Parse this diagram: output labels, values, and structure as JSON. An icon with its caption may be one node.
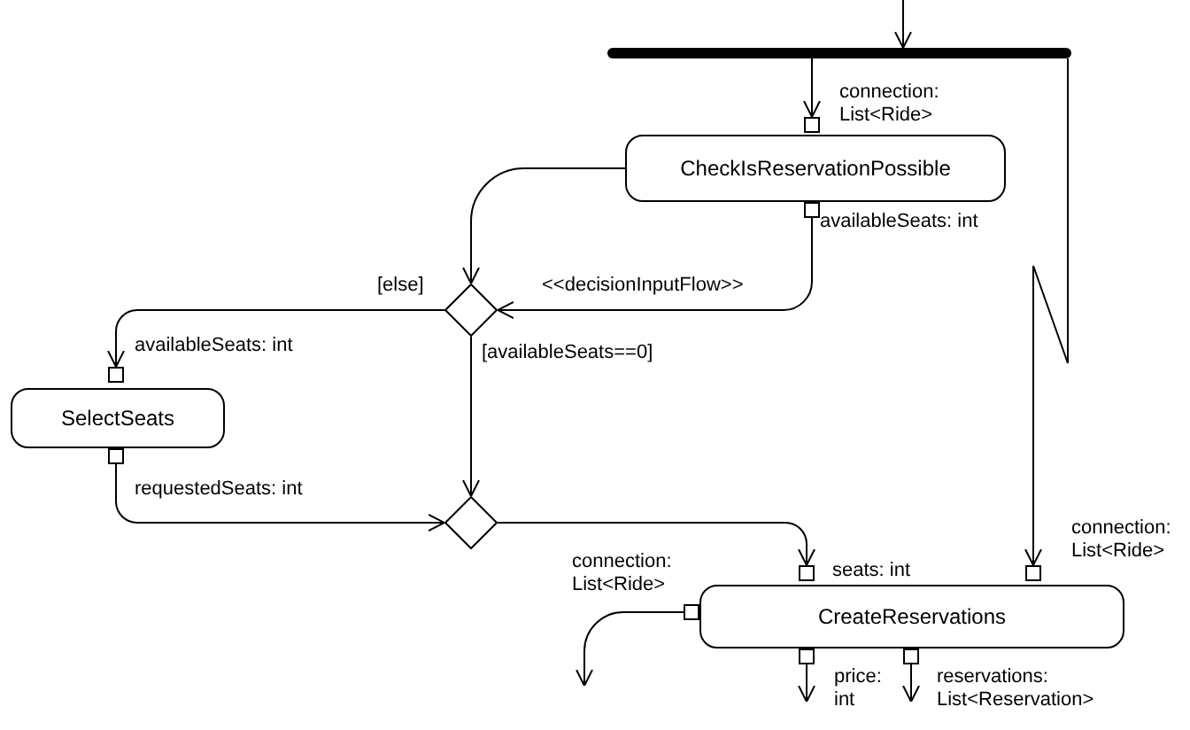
{
  "diagram": {
    "nodes": [
      {
        "text": [],
        "shape": "bar"
      },
      {
        "text": [],
        "shape": "box",
        "beside": [
          "connection: List<Ride>"
        ]
      },
      {
        "text": [
          "CheckIsReservationPossible"
        ]
      },
      {
        "text": [],
        "shape": "box",
        "beside": [
          "availableSeats: int"
        ]
      },
      {
        "text": [],
        "shape": "diamond"
      },
      {
        "text": [],
        "shape": "box",
        "beside": [
          "availableSeats: int"
        ]
      },
      {
        "text": [
          "SelectSeats"
        ]
      },
      {
        "text": [],
        "shape": "box",
        "beside": [
          "requestedSeats: int"
        ]
      },
      {
        "text": [],
        "shape": "diamond"
      },
      {
        "text": [],
        "shape": "box",
        "beside": [
          "seats: int"
        ]
      },
      {
        "text": [],
        "shape": "box",
        "beside": [
          "connection: List<Ride>"
        ]
      },
      {
        "text": [],
        "shape": "box",
        "beside": [
          "connection: List<Ride>"
        ]
      },
      {
        "text": [
          "CreateReservations"
        ]
      },
      {
        "text": [],
        "shape": "box",
        "beside": [
          "price: int"
        ]
      },
      {
        "text": [],
        "shape": "box",
        "beside": [
          "reservations: List<Reservation>"
        ]
      }
    ],
    "edges": [
      {
        "from": null,
        "to": 0,
        "arrow": "to"
      },
      {
        "from": 0,
        "to": 1,
        "arrow": "to"
      },
      {
        "from": 0,
        "to": 10,
        "arrow": "to"
      },
      {
        "from": 2,
        "to": 4,
        "arrow": "to"
      },
      {
        "from": 3,
        "to": 4,
        "arrow": "to",
        "label": "<<decisionInputFlow>>"
      },
      {
        "from": 4,
        "to": 5,
        "arrow": "to",
        "label": "[else]"
      },
      {
        "from": 4,
        "to": 8,
        "arrow": "to",
        "label": "[availableSeats==0]"
      },
      {
        "from": 7,
        "to": 8,
        "arrow": "to"
      },
      {
        "from": 8,
        "to": 9,
        "arrow": "to"
      },
      {
        "from": 11,
        "to": null,
        "arrow": "to"
      },
      {
        "from": 13,
        "to": null,
        "arrow": "to"
      },
      {
        "from": 14,
        "to": null,
        "arrow": "to"
      }
    ]
  }
}
